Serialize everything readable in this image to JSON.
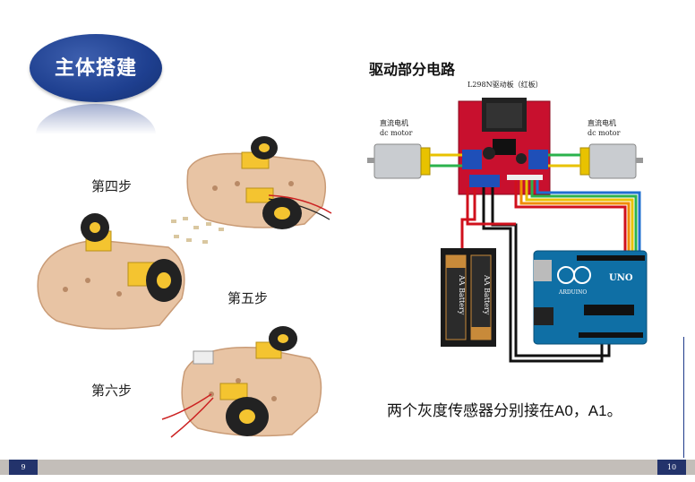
{
  "slide": {
    "title": "主体搭建",
    "steps": [
      "第四步",
      "第五步",
      "第六步"
    ]
  },
  "circuit": {
    "title": "驱动部分电路",
    "driver_label": "L298N驱动板（红板）",
    "motor_left": {
      "line1": "直流电机",
      "line2": "dc motor"
    },
    "motor_right": {
      "line1": "直流电机",
      "line2": "dc motor"
    },
    "battery_label": "AA Battery",
    "arduino_label": "UNO",
    "arduino_brand": "ARDUINO",
    "caption": "两个灰度传感器分别接在A0，A1。"
  },
  "footer": {
    "page_left": "9",
    "page_right": "10"
  },
  "colors": {
    "badge": "#1e3f8f",
    "footer_bar": "#c3beb9",
    "footer_tab": "#23336b",
    "driver_board": "#c8102e",
    "arduino_board": "#0f6fa5"
  }
}
